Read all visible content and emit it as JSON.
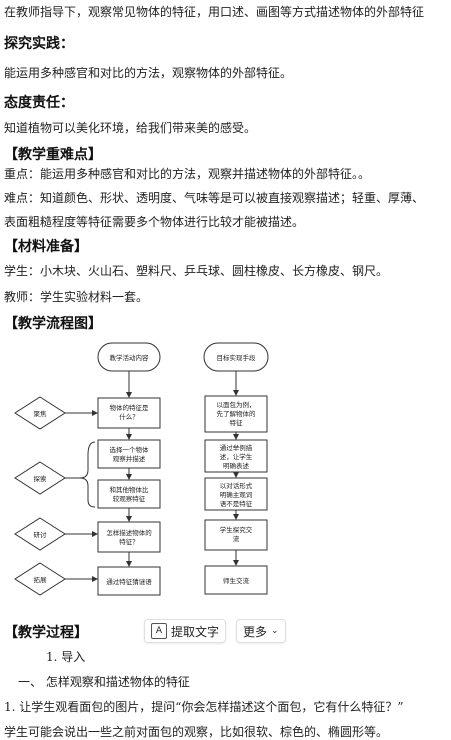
{
  "lines": {
    "intro": "在教师指导下，观察常见物体的特征，用口述、画图等方式描述物体的外部特征",
    "h_practice": "探究实践：",
    "practice": "能运用多种感官和对比的方法，观察物体的外部特征。",
    "h_attitude": "态度责任：",
    "attitude": "知道植物可以美化环境，给我们带来美的感受。",
    "h_keypoints": "【教学重难点】",
    "key": "重点：能运用多种感官和对比的方法，观察并描述物体的外部特征。。",
    "difficult1": "难点：知道颜色、形状、透明度、气味等是可以被直接观察描述；轻重、厚薄、",
    "difficult2": "表面粗糙程度等特征需要多个物体进行比较才能被描述。",
    "h_materials": "【材料准备】",
    "students": "学生：小木块、火山石、塑料尺、乒乓球、圆柱橡皮、长方橡皮、钢尺。",
    "teacher": "教师：学生实验材料一套。",
    "h_flow": "【教学流程图】",
    "h_process": "【教学过程】",
    "import": "1.  导入",
    "section1": "一、  怎样观察和描述物体的特征",
    "step1": "1. 让学生观看面包的图片，提问“你会怎样描述这个面包，它有什么特征？”",
    "step1b": "学生可能会说出一些之前对面包的观察，比如很软、棕色的、椭圆形等。"
  },
  "toolbar": {
    "extract_label": "提取文字",
    "extract_icon": "text-extract-icon",
    "more_label": "更多",
    "more_icon": "chevron-down-icon"
  },
  "flow": {
    "col1_title": "教学活动内容",
    "col2_title": "目标实现手段",
    "stages": [
      "聚焦",
      "探索",
      "研讨",
      "拓展"
    ],
    "col1": [
      [
        "物体的特征是",
        "什么？"
      ],
      [
        "选择一个物体",
        "观察并描述"
      ],
      [
        "和其他物体比",
        "较观察特征"
      ],
      [
        "怎样描述物体的",
        "特征？"
      ],
      [
        "通过特征猜谜语"
      ]
    ],
    "col2": [
      [
        "以面包为例，",
        "先了解物体的",
        "特征"
      ],
      [
        "通过举例描",
        "述，让学生",
        "明确表述"
      ],
      [
        "以对话形式",
        "明确主观词",
        "语不是特征"
      ],
      [
        "学生探究交",
        "流"
      ],
      [
        "师生交流"
      ]
    ]
  }
}
